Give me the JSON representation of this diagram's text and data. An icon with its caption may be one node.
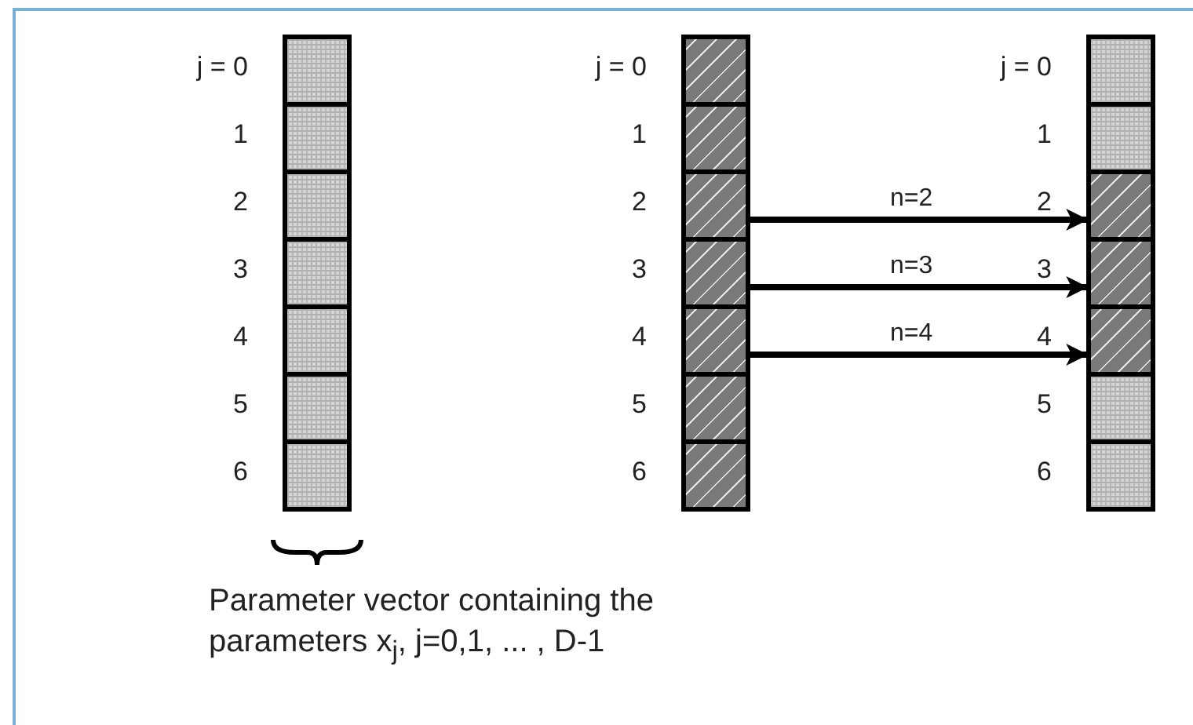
{
  "diagram": {
    "caption": "Parameter vector containing the parameters x$_{j}$, j=0,1, ... , D-1",
    "nodes": [
      {
        "text": [],
        "shape": "bar"
      },
      {
        "text": [],
        "shape": "box",
        "in": 0,
        "beside": [
          "j = 0"
        ]
      },
      {
        "text": [],
        "shape": "box",
        "in": 0,
        "beside": [
          "1"
        ]
      },
      {
        "text": [],
        "shape": "box",
        "in": 0,
        "beside": [
          "2"
        ]
      },
      {
        "text": [],
        "shape": "box",
        "in": 0,
        "beside": [
          "3"
        ]
      },
      {
        "text": [],
        "shape": "box",
        "in": 0,
        "beside": [
          "4"
        ]
      },
      {
        "text": [],
        "shape": "box",
        "in": 0,
        "beside": [
          "5"
        ]
      },
      {
        "text": [],
        "shape": "box",
        "in": 0,
        "beside": [
          "6"
        ]
      },
      {
        "text": [],
        "shape": "bar"
      },
      {
        "text": [],
        "shape": "box",
        "in": 8,
        "beside": [
          "j = 0"
        ]
      },
      {
        "text": [],
        "shape": "box",
        "in": 8,
        "beside": [
          "1"
        ]
      },
      {
        "text": [],
        "shape": "box",
        "in": 8,
        "beside": [
          "2"
        ]
      },
      {
        "text": [],
        "shape": "box",
        "in": 8,
        "beside": [
          "3"
        ]
      },
      {
        "text": [],
        "shape": "box",
        "in": 8,
        "beside": [
          "4"
        ]
      },
      {
        "text": [],
        "shape": "box",
        "in": 8,
        "beside": [
          "5"
        ]
      },
      {
        "text": [],
        "shape": "box",
        "in": 8,
        "beside": [
          "6"
        ]
      },
      {
        "text": [],
        "shape": "bar"
      },
      {
        "text": [],
        "shape": "box",
        "in": 16,
        "beside": [
          "j = 0"
        ]
      },
      {
        "text": [],
        "shape": "box",
        "in": 16,
        "beside": [
          "1"
        ]
      },
      {
        "text": [],
        "shape": "box",
        "in": 16,
        "beside": [
          "2"
        ]
      },
      {
        "text": [],
        "shape": "box",
        "in": 16,
        "beside": [
          "3"
        ]
      },
      {
        "text": [],
        "shape": "box",
        "in": 16,
        "beside": [
          "4"
        ]
      },
      {
        "text": [],
        "shape": "box",
        "in": 16,
        "beside": [
          "5"
        ]
      },
      {
        "text": [],
        "shape": "box",
        "in": 16,
        "beside": [
          "6"
        ]
      }
    ],
    "edges": [
      {
        "from": 11,
        "to": 19,
        "arrow": "to",
        "label": "n=2"
      },
      {
        "from": 12,
        "to": 20,
        "arrow": "to",
        "label": "n=3"
      },
      {
        "from": 13,
        "to": 21,
        "arrow": "to",
        "label": "n=4"
      }
    ]
  }
}
